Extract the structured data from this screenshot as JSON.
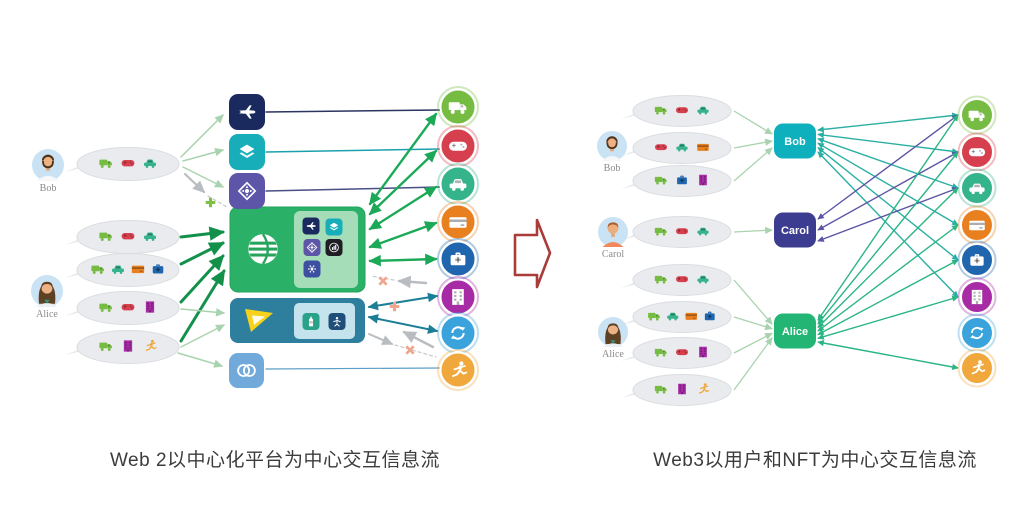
{
  "captions": {
    "left": "Web 2以中心化平台为中心交互信息流",
    "right": "Web3以用户和NFT为中心交互信息流"
  },
  "left_panel": {
    "users": [
      {
        "name": "Bob"
      },
      {
        "name": "Alice"
      }
    ],
    "bubbles": [
      {
        "owner": "Bob",
        "icons": [
          "truck",
          "gamepad",
          "car"
        ]
      },
      {
        "owner": "Alice",
        "icons": [
          "truck",
          "gamepad",
          "car"
        ]
      },
      {
        "owner": "Alice",
        "icons": [
          "truck",
          "car",
          "card",
          "medkit"
        ]
      },
      {
        "owner": "Alice",
        "icons": [
          "truck",
          "gamepad",
          "building"
        ]
      },
      {
        "owner": "Alice",
        "icons": [
          "truck",
          "building",
          "runner"
        ]
      }
    ],
    "standalone_apps": [
      "flight",
      "layers",
      "compass"
    ],
    "platform": {
      "logo": "globe",
      "apps": [
        "flight",
        "layers",
        "compass",
        "chart",
        "hub"
      ]
    },
    "media_platform": {
      "logo": "flag",
      "apps": [
        "bottle",
        "acrobat"
      ]
    },
    "exchange_app": "swirl",
    "services": [
      "truck",
      "gamepad",
      "car",
      "card",
      "medkit",
      "building",
      "exchange",
      "runner"
    ]
  },
  "right_panel": {
    "users": [
      {
        "name": "Bob"
      },
      {
        "name": "Carol"
      },
      {
        "name": "Alice"
      }
    ],
    "bubbles": [
      {
        "owner": "Bob",
        "icons": [
          "truck",
          "gamepad",
          "car"
        ]
      },
      {
        "owner": "Bob",
        "icons": [
          "gamepad",
          "car",
          "card"
        ]
      },
      {
        "owner": "Bob",
        "icons": [
          "truck",
          "medkit",
          "building"
        ]
      },
      {
        "owner": "Carol",
        "icons": [
          "truck",
          "gamepad",
          "car"
        ]
      },
      {
        "owner": "Alice",
        "icons": [
          "truck",
          "gamepad",
          "car"
        ]
      },
      {
        "owner": "Alice",
        "icons": [
          "truck",
          "car",
          "card",
          "medkit"
        ]
      },
      {
        "owner": "Alice",
        "icons": [
          "truck",
          "gamepad",
          "building"
        ]
      },
      {
        "owner": "Alice",
        "icons": [
          "truck",
          "building",
          "runner"
        ]
      }
    ],
    "nodes": [
      {
        "label": "Bob"
      },
      {
        "label": "Carol"
      },
      {
        "label": "Alice"
      }
    ],
    "services": [
      "truck",
      "gamepad",
      "car",
      "card",
      "medkit",
      "building",
      "exchange",
      "runner"
    ],
    "connections": {
      "Bob": [
        "truck",
        "gamepad",
        "car",
        "card",
        "medkit",
        "building"
      ],
      "Carol": [
        "truck",
        "gamepad",
        "car"
      ],
      "Alice": [
        "truck",
        "gamepad",
        "car",
        "card",
        "medkit",
        "building",
        "runner"
      ]
    }
  },
  "colors": {
    "service_icons": {
      "truck": "#76BC43",
      "gamepad": "#D6404E",
      "car": "#35B38A",
      "card": "#E9801F",
      "medkit": "#2066AE",
      "building": "#A62BA5",
      "exchange": "#3BA3DC",
      "runner": "#F0A73C"
    },
    "apps": {
      "flight": "#1B2A5E",
      "layers": "#17ADB9",
      "compass": "#5D55A8",
      "chart": "#1E1E24",
      "hub": "#3D4FA1",
      "bottle": "#2AA189",
      "acrobat": "#1E4E79"
    },
    "nodes": {
      "Bob": "#0FB0BE",
      "Carol": "#3C3D90",
      "Alice": "#22B573"
    },
    "links": {
      "Bob": "#2BAFA3",
      "Carol": "#5B55A6",
      "Alice": "#2BB584"
    },
    "platform_box": "#2BB167",
    "media_box": "#2E7E9D",
    "exchange_box": "#71A9DB",
    "arrow_outline": "#A93B38"
  }
}
